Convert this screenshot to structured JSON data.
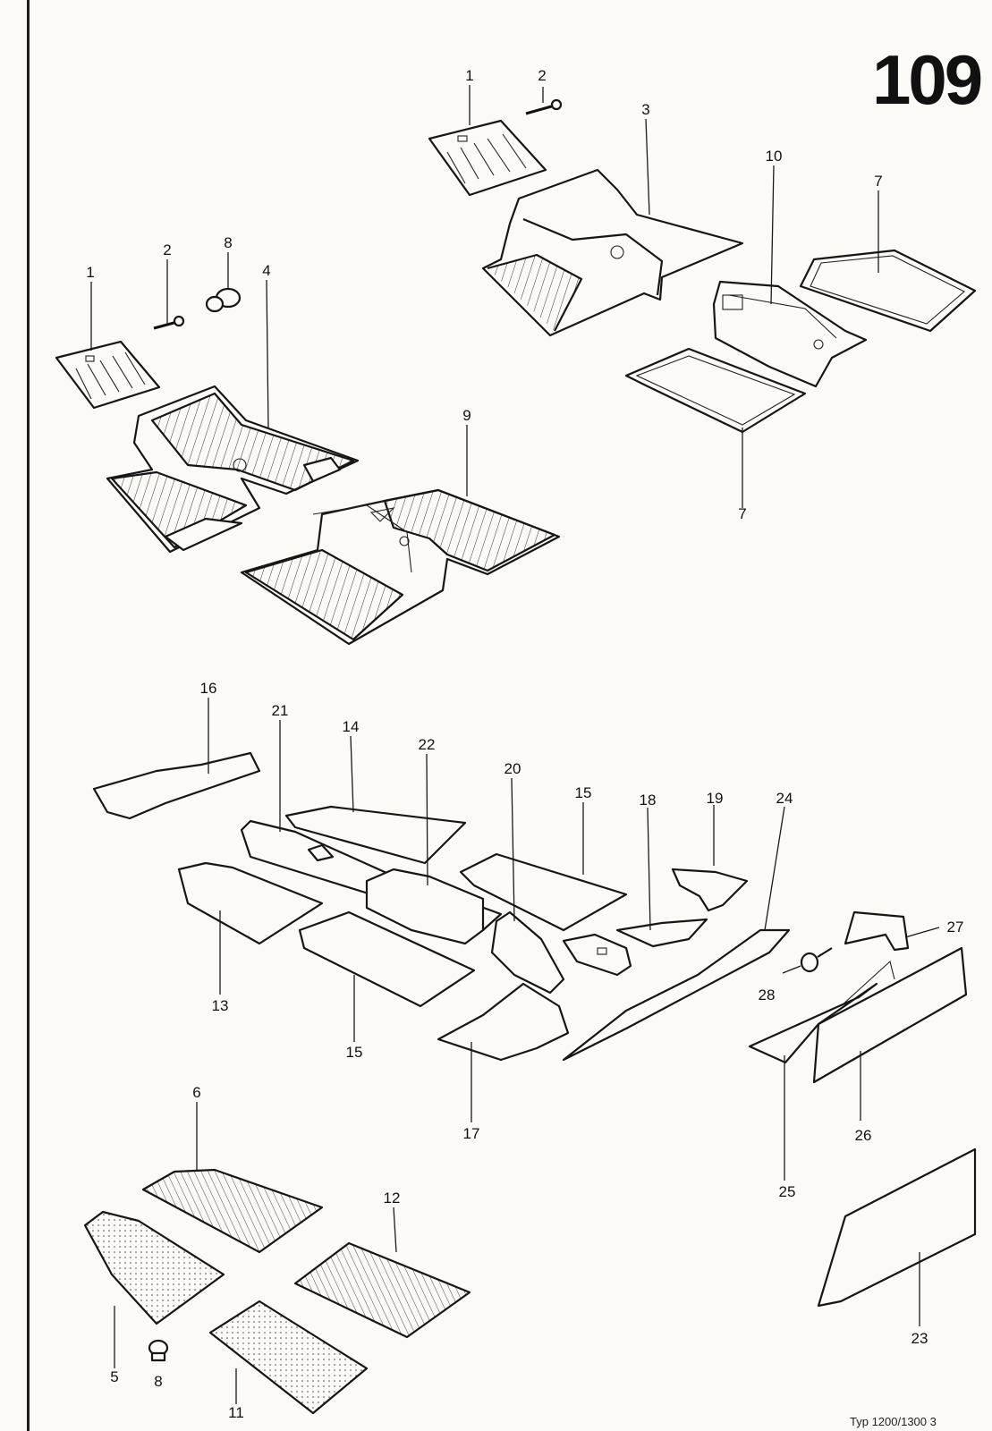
{
  "page_number": "109",
  "footer": "Typ 1200/1300   3",
  "callouts": [
    "1",
    "2",
    "3",
    "10",
    "7",
    "1",
    "2",
    "8",
    "4",
    "9",
    "7",
    "16",
    "21",
    "14",
    "22",
    "20",
    "15",
    "18",
    "19",
    "24",
    "13",
    "15",
    "17",
    "27",
    "28",
    "26",
    "25",
    "6",
    "12",
    "5",
    "8",
    "11",
    "23"
  ]
}
